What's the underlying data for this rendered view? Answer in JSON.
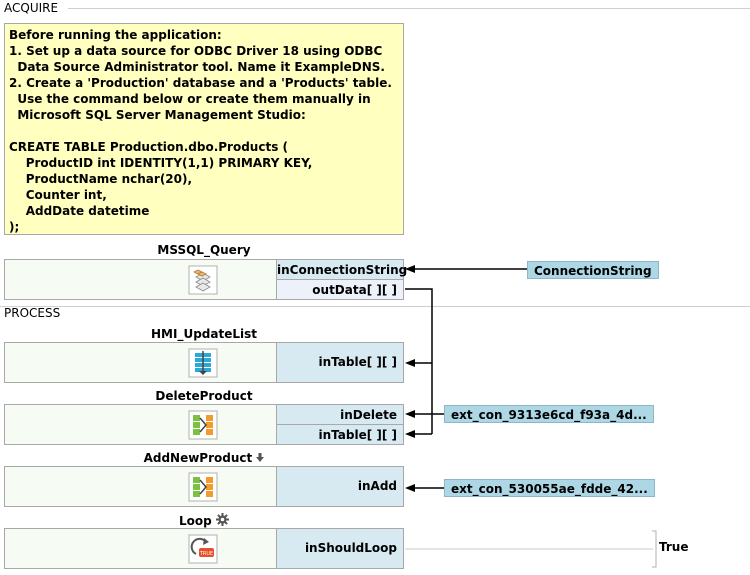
{
  "sections": {
    "acquire": "ACQUIRE",
    "process": "PROCESS"
  },
  "note": {
    "text": "Before running the application:\n1. Set up a data source for ODBC Driver 18 using ODBC\n  Data Source Administrator tool. Name it ExampleDNS.\n2. Create a 'Production' database and a 'Products' table.\n  Use the command below or create them manually in\n  Microsoft SQL Server Management Studio:\n\nCREATE TABLE Production.dbo.Products (\n    ProductID int IDENTITY(1,1) PRIMARY KEY,\n    ProductName nchar(20),\n    Counter int,\n    AddDate datetime\n);"
  },
  "blocks": {
    "mssql": {
      "title": "MSSQL_Query",
      "ports": [
        "inConnectionString",
        "outData[ ][ ]"
      ]
    },
    "hmi": {
      "title": "HMI_UpdateList",
      "ports": [
        "inTable[ ][ ]"
      ]
    },
    "delete": {
      "title": "DeleteProduct",
      "ports": [
        "inDelete",
        "inTable[ ][ ]"
      ]
    },
    "add": {
      "title": "AddNewProduct",
      "ports": [
        "inAdd"
      ]
    },
    "loop": {
      "title": "Loop",
      "ports": [
        "inShouldLoop"
      ]
    }
  },
  "externals": {
    "connection_string": "ConnectionString",
    "ext_delete": "ext_con_9313e6cd_f93a_4d...",
    "ext_add": "ext_con_530055ae_fdde_42...",
    "loop_value": "True"
  },
  "icons": {
    "mssql": "database-query-icon",
    "hmi": "list-update-icon",
    "delete": "switch-icon",
    "add": "switch-icon",
    "add_marker": "arrow-down-icon",
    "loop": "loop-true-icon",
    "loop_marker": "gear-icon"
  },
  "colors": {
    "note_bg": "#ffffbf",
    "port_bg": "#d7e9f1",
    "external_bg": "#aed7e6",
    "block_bg": "#f6fbf4"
  }
}
